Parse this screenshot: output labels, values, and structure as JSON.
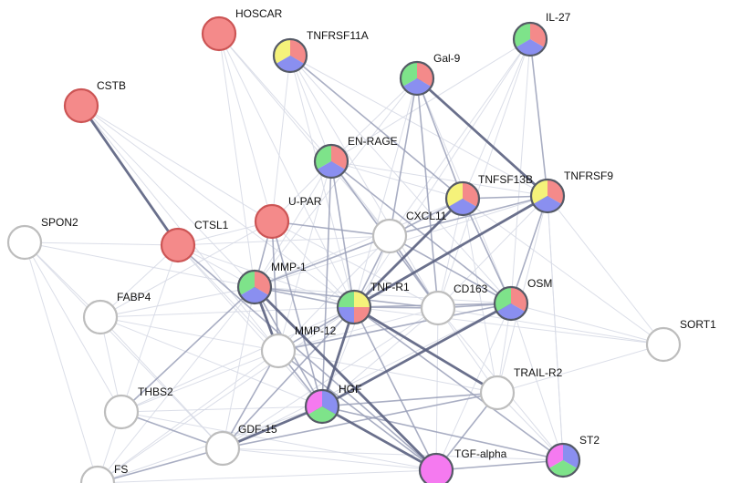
{
  "diagram": {
    "type": "protein-interaction-network",
    "colors": {
      "red": "#f48a8a",
      "green": "#7ee38a",
      "blue": "#8a8ff0",
      "yellow": "#f5f27a",
      "magenta": "#f57af0",
      "white": "#ffffff",
      "ring_red": "#cc5555",
      "ring_colored": "#555a66",
      "ring_white": "#bdbdbd",
      "edge_strong": "#5a6080",
      "edge_medium": "#9aa0b8",
      "edge_light": "#d7dae6"
    },
    "nodes": [
      {
        "id": "hoscar",
        "label": "HOSCAR",
        "fill": [
          "red"
        ]
      },
      {
        "id": "tnfrsf11a",
        "label": "TNFRSF11A",
        "fill": [
          "yellow",
          "red",
          "blue"
        ]
      },
      {
        "id": "gal9",
        "label": "Gal-9",
        "fill": [
          "green",
          "red",
          "blue"
        ]
      },
      {
        "id": "il27",
        "label": "IL-27",
        "fill": [
          "green",
          "red",
          "blue"
        ]
      },
      {
        "id": "cstb",
        "label": "CSTB",
        "fill": [
          "red"
        ]
      },
      {
        "id": "enrage",
        "label": "EN-RAGE",
        "fill": [
          "green",
          "red",
          "blue"
        ]
      },
      {
        "id": "tnfsf13b",
        "label": "TNFSF13B",
        "fill": [
          "yellow",
          "red",
          "blue"
        ]
      },
      {
        "id": "tnfrsf9",
        "label": "TNFRSF9",
        "fill": [
          "yellow",
          "red",
          "blue"
        ]
      },
      {
        "id": "upar",
        "label": "U-PAR",
        "fill": [
          "red"
        ]
      },
      {
        "id": "spon2",
        "label": "SPON2",
        "fill": [
          "white"
        ]
      },
      {
        "id": "ctsl1",
        "label": "CTSL1",
        "fill": [
          "red"
        ]
      },
      {
        "id": "cxcl11",
        "label": "CXCL11",
        "fill": [
          "white"
        ]
      },
      {
        "id": "fabp4",
        "label": "FABP4",
        "fill": [
          "white"
        ]
      },
      {
        "id": "mmp1",
        "label": "MMP-1",
        "fill": [
          "green",
          "red",
          "blue"
        ]
      },
      {
        "id": "tnfr1",
        "label": "TNF-R1",
        "fill": [
          "yellow",
          "red",
          "blue",
          "green"
        ]
      },
      {
        "id": "cd163",
        "label": "CD163",
        "fill": [
          "white"
        ]
      },
      {
        "id": "osm",
        "label": "OSM",
        "fill": [
          "green",
          "red",
          "blue"
        ]
      },
      {
        "id": "sort1",
        "label": "SORT1",
        "fill": [
          "white"
        ]
      },
      {
        "id": "mmp12",
        "label": "MMP-12",
        "fill": [
          "white"
        ]
      },
      {
        "id": "thbs2",
        "label": "THBS2",
        "fill": [
          "white"
        ]
      },
      {
        "id": "hgf",
        "label": "HGF",
        "fill": [
          "magenta",
          "blue",
          "green"
        ]
      },
      {
        "id": "trailr2",
        "label": "TRAIL-R2",
        "fill": [
          "white"
        ]
      },
      {
        "id": "gdf15",
        "label": "GDF-15",
        "fill": [
          "white"
        ]
      },
      {
        "id": "tgfalpha",
        "label": "TGF-alpha",
        "fill": [
          "magenta"
        ]
      },
      {
        "id": "st2",
        "label": "ST2",
        "fill": [
          "magenta",
          "blue",
          "green"
        ]
      },
      {
        "id": "fs",
        "label": "FS",
        "fill": [
          "white"
        ]
      }
    ],
    "edges": [
      [
        "cstb",
        "ctsl1",
        "strong"
      ],
      [
        "gal9",
        "tnfrsf9",
        "strong"
      ],
      [
        "tnfrsf11a",
        "tnfsf13b",
        "medium"
      ],
      [
        "tnfrsf9",
        "tnfr1",
        "strong"
      ],
      [
        "tnfsf13b",
        "tnfr1",
        "strong"
      ],
      [
        "tnfr1",
        "trailr2",
        "strong"
      ],
      [
        "tnfr1",
        "hgf",
        "strong"
      ],
      [
        "osm",
        "hgf",
        "strong"
      ],
      [
        "hgf",
        "gdf15",
        "strong"
      ],
      [
        "hgf",
        "tgfalpha",
        "strong"
      ],
      [
        "mmp1",
        "tgfalpha",
        "strong"
      ],
      [
        "mmp12",
        "mmp1",
        "strong"
      ],
      [
        "ctsl1",
        "tgfalpha",
        "medium"
      ],
      [
        "enrage",
        "cd163",
        "medium"
      ],
      [
        "enrage",
        "osm",
        "medium"
      ],
      [
        "enrage",
        "tnfr1",
        "medium"
      ],
      [
        "enrage",
        "hgf",
        "medium"
      ],
      [
        "upar",
        "mmp1",
        "medium"
      ],
      [
        "upar",
        "hgf",
        "medium"
      ],
      [
        "upar",
        "mmp12",
        "medium"
      ],
      [
        "mmp1",
        "tnfr1",
        "medium"
      ],
      [
        "mmp1",
        "cd163",
        "medium"
      ],
      [
        "mmp1",
        "hgf",
        "medium"
      ],
      [
        "cxcl11",
        "tnfr1",
        "medium"
      ],
      [
        "cxcl11",
        "cd163",
        "medium"
      ],
      [
        "cxcl11",
        "osm",
        "medium"
      ],
      [
        "cxcl11",
        "tnfrsf9",
        "medium"
      ],
      [
        "cxcl11",
        "tnfsf13b",
        "medium"
      ],
      [
        "cxcl11",
        "upar",
        "medium"
      ],
      [
        "cxcl11",
        "mmp1",
        "medium"
      ],
      [
        "cd163",
        "osm",
        "medium"
      ],
      [
        "cd163",
        "tnfr1",
        "medium"
      ],
      [
        "osm",
        "tnfrsf9",
        "medium"
      ],
      [
        "osm",
        "tnfsf13b",
        "medium"
      ],
      [
        "osm",
        "tnfr1",
        "medium"
      ],
      [
        "osm",
        "mmp12",
        "medium"
      ],
      [
        "tnfr1",
        "mmp12",
        "medium"
      ],
      [
        "tnfr1",
        "tgfalpha",
        "medium"
      ],
      [
        "tnfr1",
        "gdf15",
        "medium"
      ],
      [
        "tnfr1",
        "st2",
        "medium"
      ],
      [
        "mmp12",
        "hgf",
        "medium"
      ],
      [
        "mmp12",
        "gdf15",
        "medium"
      ],
      [
        "mmp12",
        "tgfalpha",
        "medium"
      ],
      [
        "gdf15",
        "thbs2",
        "medium"
      ],
      [
        "gdf15",
        "fs",
        "medium"
      ],
      [
        "gdf15",
        "trailr2",
        "medium"
      ],
      [
        "hgf",
        "trailr2",
        "medium"
      ],
      [
        "hgf",
        "st2",
        "medium"
      ],
      [
        "tgfalpha",
        "st2",
        "medium"
      ],
      [
        "tgfalpha",
        "trailr2",
        "medium"
      ],
      [
        "gal9",
        "tnfsf13b",
        "medium"
      ],
      [
        "gal9",
        "cxcl11",
        "medium"
      ],
      [
        "gal9",
        "cd163",
        "medium"
      ],
      [
        "il27",
        "tnfrsf9",
        "medium"
      ],
      [
        "tnfsf13b",
        "tnfrsf9",
        "medium"
      ],
      [
        "thbs2",
        "mmp1",
        "medium"
      ],
      [
        "hoscar",
        "cxcl11",
        "light"
      ],
      [
        "hoscar",
        "enrage",
        "light"
      ],
      [
        "hoscar",
        "upar",
        "light"
      ],
      [
        "hoscar",
        "tnfr1",
        "light"
      ],
      [
        "hoscar",
        "mmp1",
        "light"
      ],
      [
        "tnfrsf11a",
        "enrage",
        "light"
      ],
      [
        "tnfrsf11a",
        "tnfr1",
        "light"
      ],
      [
        "tnfrsf11a",
        "upar",
        "light"
      ],
      [
        "tnfrsf11a",
        "cd163",
        "light"
      ],
      [
        "tnfrsf11a",
        "tnfrsf9",
        "light"
      ],
      [
        "tnfrsf11a",
        "osm",
        "light"
      ],
      [
        "il27",
        "tnfsf13b",
        "light"
      ],
      [
        "il27",
        "cxcl11",
        "light"
      ],
      [
        "il27",
        "osm",
        "light"
      ],
      [
        "il27",
        "tnfr1",
        "light"
      ],
      [
        "il27",
        "cd163",
        "light"
      ],
      [
        "il27",
        "enrage",
        "light"
      ],
      [
        "gal9",
        "osm",
        "light"
      ],
      [
        "gal9",
        "tnfr1",
        "light"
      ],
      [
        "gal9",
        "enrage",
        "light"
      ],
      [
        "gal9",
        "mmp1",
        "light"
      ],
      [
        "enrage",
        "tnfsf13b",
        "light"
      ],
      [
        "enrage",
        "tnfrsf9",
        "light"
      ],
      [
        "enrage",
        "cxcl11",
        "light"
      ],
      [
        "enrage",
        "mmp12",
        "light"
      ],
      [
        "enrage",
        "upar",
        "light"
      ],
      [
        "enrage",
        "mmp1",
        "light"
      ],
      [
        "tnfrsf9",
        "cd163",
        "light"
      ],
      [
        "tnfrsf9",
        "sort1",
        "light"
      ],
      [
        "tnfrsf9",
        "trailr2",
        "light"
      ],
      [
        "tnfrsf9",
        "st2",
        "light"
      ],
      [
        "tnfsf13b",
        "cd163",
        "light"
      ],
      [
        "tnfsf13b",
        "trailr2",
        "light"
      ],
      [
        "upar",
        "tnfr1",
        "light"
      ],
      [
        "upar",
        "fabp4",
        "light"
      ],
      [
        "upar",
        "cd163",
        "light"
      ],
      [
        "ctsl1",
        "mmp1",
        "light"
      ],
      [
        "ctsl1",
        "mmp12",
        "light"
      ],
      [
        "ctsl1",
        "tnfr1",
        "light"
      ],
      [
        "ctsl1",
        "upar",
        "light"
      ],
      [
        "ctsl1",
        "hgf",
        "light"
      ],
      [
        "ctsl1",
        "cxcl11",
        "light"
      ],
      [
        "cstb",
        "tnfr1",
        "light"
      ],
      [
        "cstb",
        "mmp1",
        "light"
      ],
      [
        "cstb",
        "mmp12",
        "light"
      ],
      [
        "cstb",
        "upar",
        "light"
      ],
      [
        "spon2",
        "mmp1",
        "light"
      ],
      [
        "spon2",
        "thbs2",
        "light"
      ],
      [
        "spon2",
        "gdf15",
        "light"
      ],
      [
        "spon2",
        "fabp4",
        "light"
      ],
      [
        "spon2",
        "fs",
        "light"
      ],
      [
        "spon2",
        "ctsl1",
        "light"
      ],
      [
        "fabp4",
        "mmp1",
        "light"
      ],
      [
        "fabp4",
        "mmp12",
        "light"
      ],
      [
        "fabp4",
        "tnfr1",
        "light"
      ],
      [
        "fabp4",
        "thbs2",
        "light"
      ],
      [
        "fabp4",
        "gdf15",
        "light"
      ],
      [
        "fabp4",
        "hgf",
        "light"
      ],
      [
        "fabp4",
        "ctsl1",
        "light"
      ],
      [
        "thbs2",
        "mmp12",
        "light"
      ],
      [
        "thbs2",
        "hgf",
        "light"
      ],
      [
        "thbs2",
        "tnfr1",
        "light"
      ],
      [
        "thbs2",
        "ctsl1",
        "light"
      ],
      [
        "thbs2",
        "fs",
        "light"
      ],
      [
        "fs",
        "hgf",
        "light"
      ],
      [
        "fs",
        "mmp12",
        "light"
      ],
      [
        "fs",
        "mmp1",
        "light"
      ],
      [
        "fs",
        "tnfr1",
        "light"
      ],
      [
        "sort1",
        "osm",
        "light"
      ],
      [
        "sort1",
        "tnfr1",
        "light"
      ],
      [
        "sort1",
        "cd163",
        "light"
      ],
      [
        "sort1",
        "trailr2",
        "light"
      ],
      [
        "sort1",
        "tnfsf13b",
        "light"
      ],
      [
        "trailr2",
        "cd163",
        "light"
      ],
      [
        "trailr2",
        "osm",
        "light"
      ],
      [
        "trailr2",
        "mmp12",
        "light"
      ],
      [
        "trailr2",
        "st2",
        "light"
      ],
      [
        "st2",
        "osm",
        "light"
      ],
      [
        "st2",
        "cd163",
        "light"
      ],
      [
        "st2",
        "gdf15",
        "light"
      ],
      [
        "st2",
        "tnfrsf9",
        "light"
      ],
      [
        "tgfalpha",
        "gdf15",
        "light"
      ],
      [
        "tgfalpha",
        "osm",
        "light"
      ],
      [
        "tgfalpha",
        "cd163",
        "light"
      ],
      [
        "tgfalpha",
        "thbs2",
        "light"
      ],
      [
        "tgfalpha",
        "fs",
        "light"
      ],
      [
        "gdf15",
        "mmp1",
        "light"
      ],
      [
        "gdf15",
        "osm",
        "light"
      ],
      [
        "gdf15",
        "cd163",
        "light"
      ],
      [
        "hgf",
        "cd163",
        "light"
      ],
      [
        "hgf",
        "cxcl11",
        "light"
      ],
      [
        "mmp12",
        "cd163",
        "light"
      ],
      [
        "mmp12",
        "cxcl11",
        "light"
      ],
      [
        "mmp1",
        "osm",
        "light"
      ],
      [
        "mmp1",
        "tnfrsf9",
        "light"
      ],
      [
        "mmp1",
        "tnfsf13b",
        "light"
      ]
    ]
  }
}
